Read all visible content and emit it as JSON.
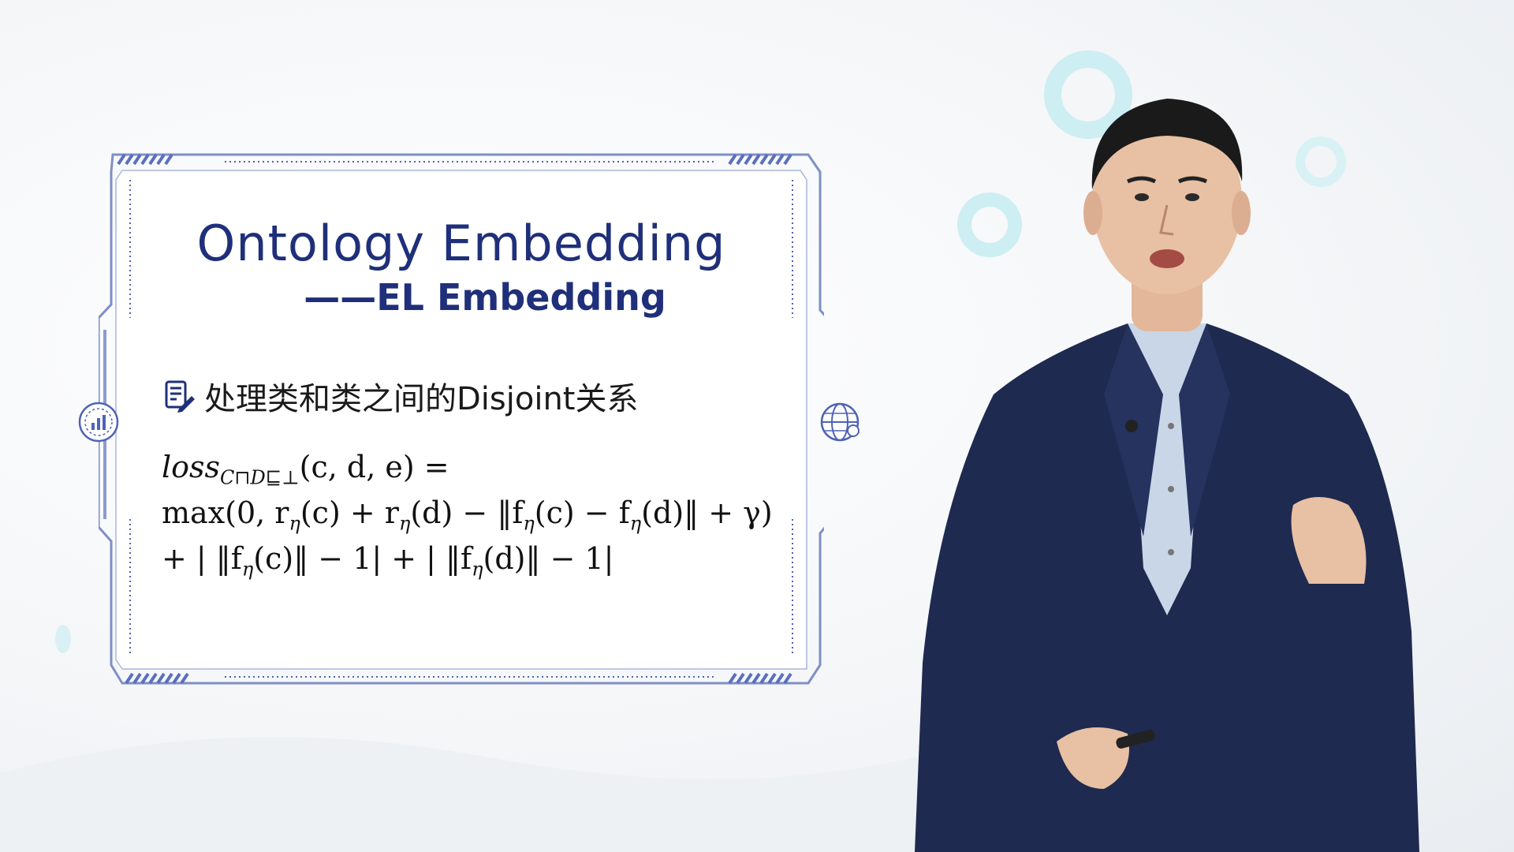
{
  "slide": {
    "title": "Ontology Embedding",
    "subtitle": "——EL Embedding",
    "bullet": "处理类和类之间的Disjoint关系",
    "formula": {
      "line1_prefix": "loss",
      "line1_sub": "C⊓D⊑⊥",
      "line1_args": "(c, d, e) =",
      "line2": "max(0, r",
      "line2_sub1": "η",
      "line2_mid1": "(c) + r",
      "line2_sub2": "η",
      "line2_mid2": "(d) − ‖f",
      "line2_sub3": "η",
      "line2_mid3": "(c) − f",
      "line2_sub4": "η",
      "line2_end": "(d)‖ + γ)",
      "line3_a": "+ | ‖f",
      "line3_sub1": "η",
      "line3_b": "(c)‖ − 1| + | ‖f",
      "line3_sub2": "η",
      "line3_c": "(d)‖ − 1|"
    }
  },
  "icons": {
    "bullet": "document-edit-icon",
    "left_side": "chart-badge-icon",
    "right_side": "globe-icon"
  },
  "colors": {
    "title": "#1f2f7a",
    "frame": "#3a4fa8",
    "accent": "#63c9d8",
    "suit": "#1e2a4f"
  }
}
